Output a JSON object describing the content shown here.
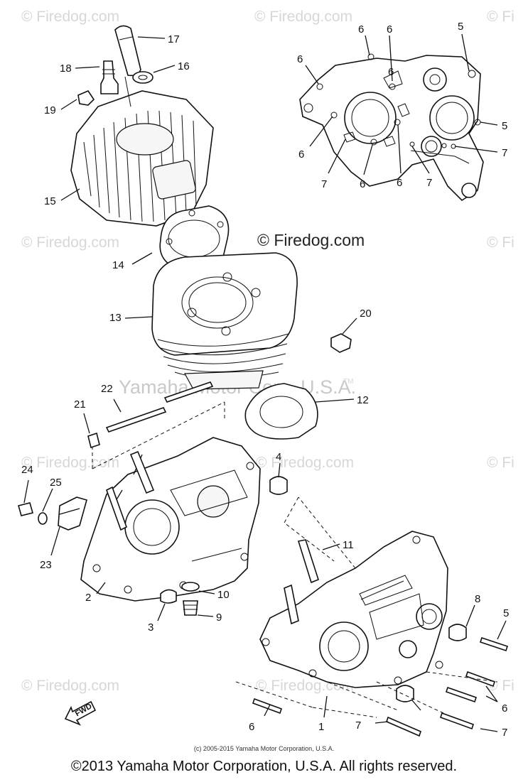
{
  "diagram": {
    "callouts": [
      "17",
      "18",
      "16",
      "19",
      "15",
      "14",
      "13",
      "20",
      "22",
      "21",
      "12",
      "24",
      "25",
      "4",
      "23",
      "2",
      "10",
      "3",
      "9",
      "11",
      "8",
      "5",
      "6",
      "1",
      "6",
      "7",
      "7",
      "6",
      "6",
      "6",
      "6",
      "5",
      "5",
      "6",
      "7",
      "7",
      "6",
      "6",
      "7"
    ],
    "watermarks": {
      "corner": "© Firedog.com",
      "corner_cut": "© Fi",
      "main": "© Firedog.com",
      "corp": "Yamaha Motor Corp, U.S.A.",
      "tm": "TM"
    },
    "fwd_label": "FWD"
  },
  "footer": {
    "small_copyright": "(c) 2005-2015 Yamaha Motor Corporation, U.S.A.",
    "copyright": "©2013 Yamaha Motor Corporation, U.S.A. All rights reserved."
  }
}
